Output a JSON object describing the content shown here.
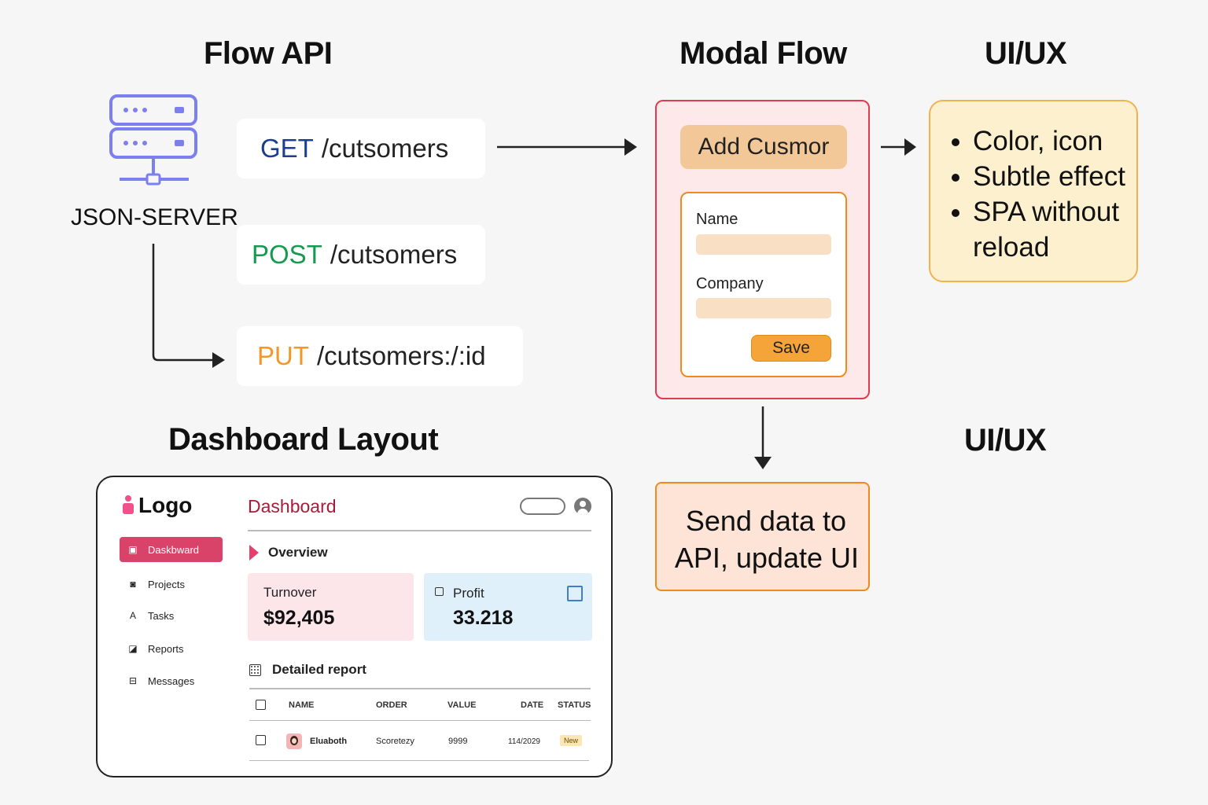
{
  "colors": {
    "get": "#1d3e8f",
    "post": "#169a4f",
    "put": "#f2982a",
    "server_icon": "#7b7ff0",
    "modal_border": "#e03a4e",
    "accent_orange": "#ef8a1e",
    "dashboard_active": "#d9436a",
    "dashboard_title": "#a41d3a"
  },
  "flow_api": {
    "title": "Flow API",
    "server_icon": "server-icon",
    "server_label": "JSON-SERVER",
    "endpoints": [
      {
        "method": "GET",
        "path": "/cutsomers"
      },
      {
        "method": "POST",
        "path": "/cutsomers"
      },
      {
        "method": "PUT",
        "path": "/cutsomers:/:id"
      }
    ]
  },
  "modal_flow": {
    "title": "Modal Flow",
    "add_button": "Add Cusmor",
    "fields": [
      {
        "label": "Name"
      },
      {
        "label": "Company"
      }
    ],
    "save_button": "Save"
  },
  "uiux_top": {
    "title": "UI/UX",
    "bullets": [
      "Color, icon",
      "Subtle effect",
      "SPA without reload"
    ]
  },
  "uiux_bottom": {
    "title": "UI/UX",
    "lines": [
      "Send data to",
      "API, update UI"
    ]
  },
  "dashboard_layout": {
    "title": "Dashboard Layout",
    "logo": "Logo",
    "nav": [
      {
        "label": "Daskbward",
        "icon": "dashboard-icon",
        "active": true
      },
      {
        "label": "Projects",
        "icon": "projects-icon",
        "active": false
      },
      {
        "label": "Tasks",
        "icon": "tasks-icon",
        "active": false
      },
      {
        "label": "Reports",
        "icon": "reports-icon",
        "active": false
      },
      {
        "label": "Messages",
        "icon": "messages-icon",
        "active": false
      }
    ],
    "page_title": "Dashboard",
    "overview": "Overview",
    "cards": [
      {
        "label": "Turnover",
        "value": "$92,405"
      },
      {
        "label": "Profit",
        "value": "33.218"
      }
    ],
    "report_title": "Detailed report",
    "table": {
      "headers": [
        "NAME",
        "ORDER",
        "VALUE",
        "DATE",
        "STATUS"
      ],
      "rows": [
        {
          "name": "Eluaboth",
          "order": "Scoretezy",
          "value": "9999",
          "date": "114/2029",
          "status": "New"
        }
      ]
    }
  }
}
